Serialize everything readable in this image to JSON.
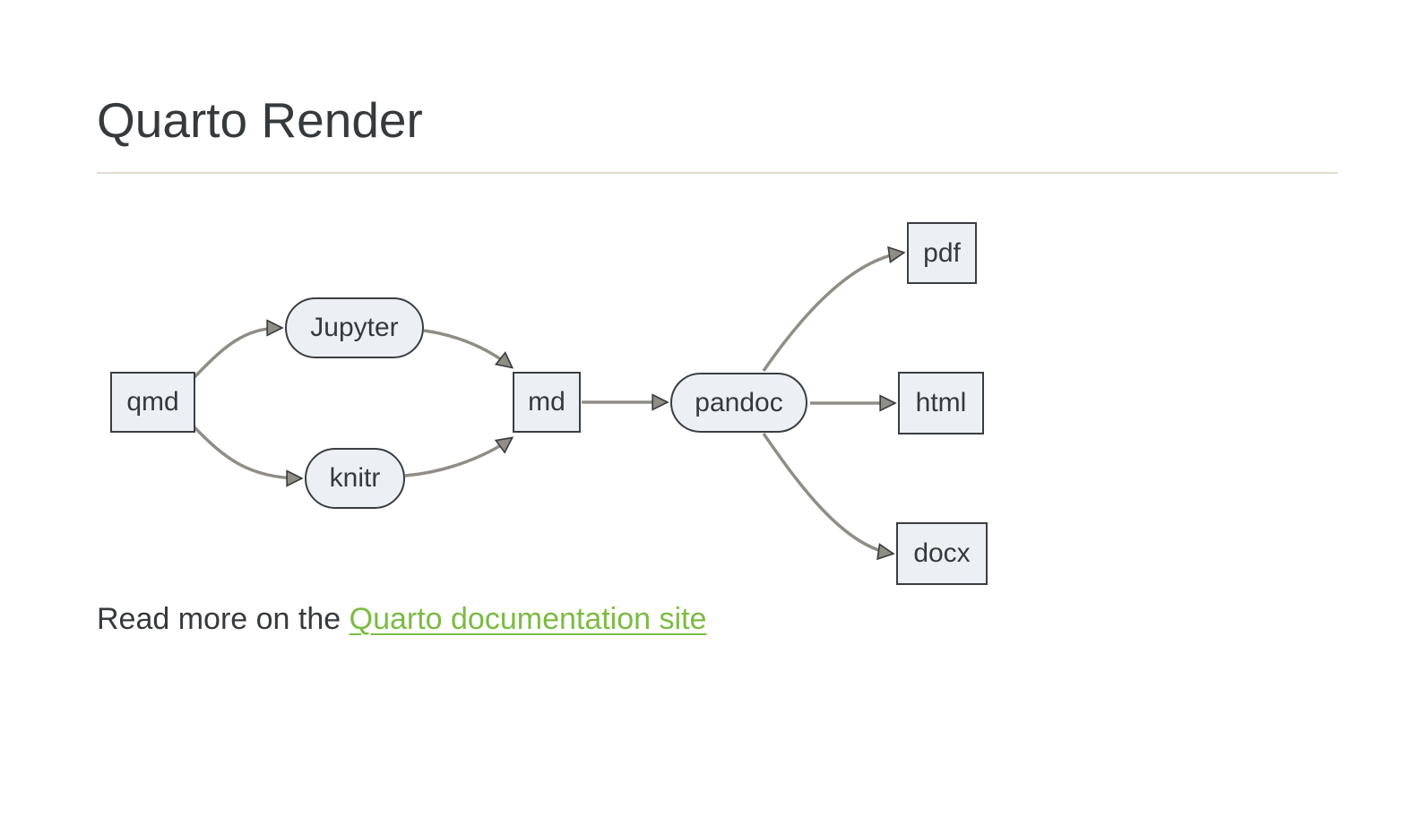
{
  "header": {
    "title": "Quarto Render"
  },
  "theme": {
    "text_color": "#373A3C",
    "link_color": "#7CBB42",
    "node_fill": "#ECEFF4",
    "node_border": "#3B3E40",
    "edge_color": "#8F8D85",
    "divider_color": "#E2DCD1"
  },
  "diagram": {
    "type": "flowchart-left-to-right",
    "nodes": [
      {
        "id": "qmd",
        "label": "qmd",
        "shape": "rect"
      },
      {
        "id": "jupyter",
        "label": "Jupyter",
        "shape": "stadium"
      },
      {
        "id": "knitr",
        "label": "knitr",
        "shape": "stadium"
      },
      {
        "id": "md",
        "label": "md",
        "shape": "rect"
      },
      {
        "id": "pandoc",
        "label": "pandoc",
        "shape": "stadium"
      },
      {
        "id": "pdf",
        "label": "pdf",
        "shape": "rect"
      },
      {
        "id": "html",
        "label": "html",
        "shape": "rect"
      },
      {
        "id": "docx",
        "label": "docx",
        "shape": "rect"
      }
    ],
    "edges": [
      {
        "from": "qmd",
        "to": "jupyter"
      },
      {
        "from": "qmd",
        "to": "knitr"
      },
      {
        "from": "jupyter",
        "to": "md"
      },
      {
        "from": "knitr",
        "to": "md"
      },
      {
        "from": "md",
        "to": "pandoc"
      },
      {
        "from": "pandoc",
        "to": "pdf"
      },
      {
        "from": "pandoc",
        "to": "html"
      },
      {
        "from": "pandoc",
        "to": "docx"
      }
    ]
  },
  "footer": {
    "text_before": "Read more on the ",
    "link_label": "Quarto documentation site"
  }
}
